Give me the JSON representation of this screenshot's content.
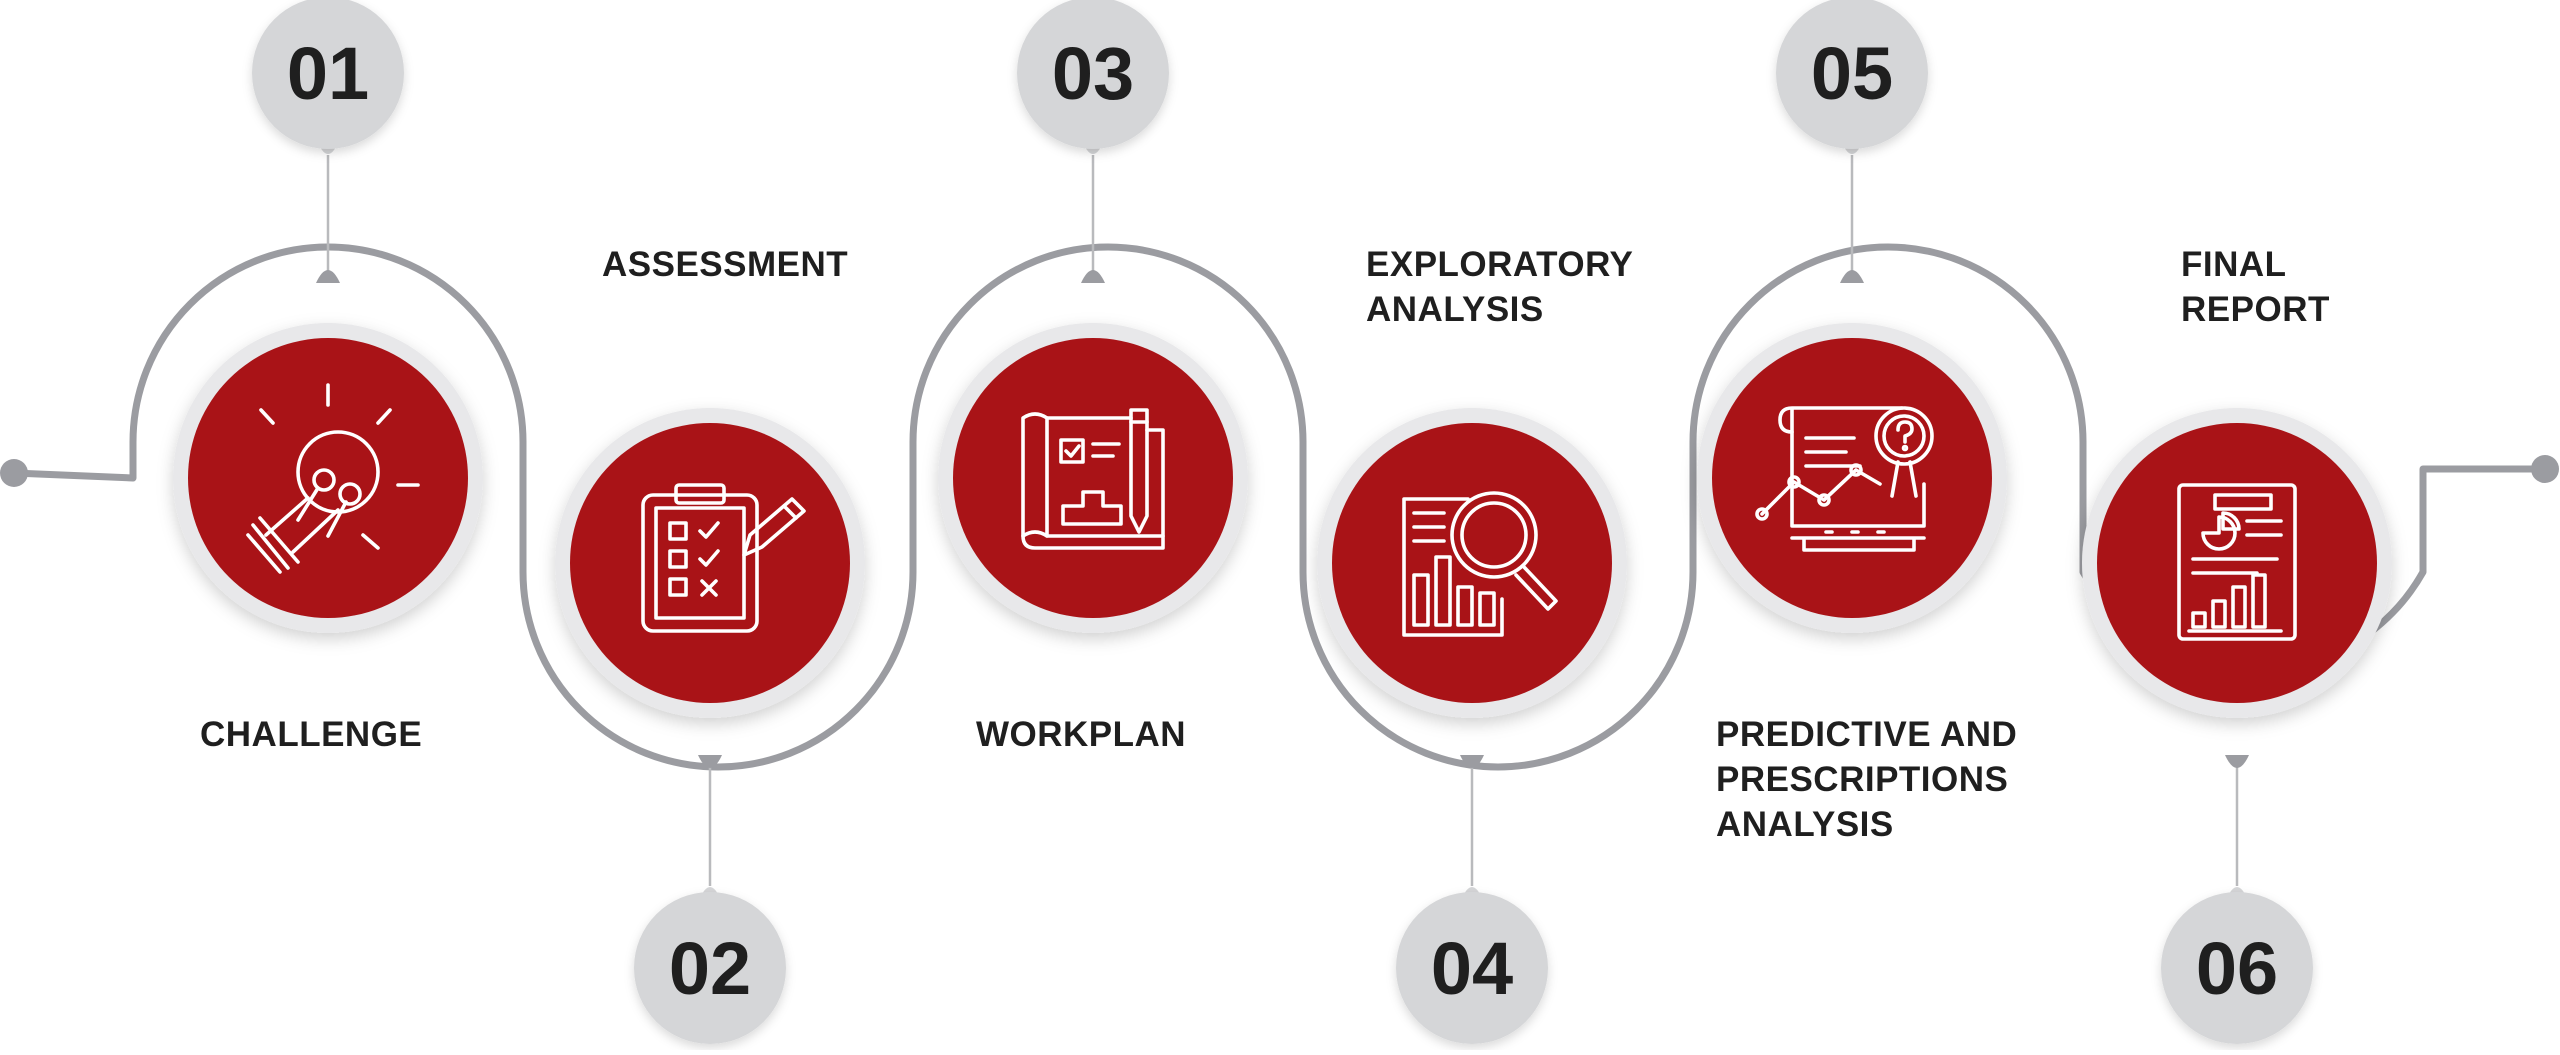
{
  "steps": [
    {
      "number": "01",
      "label_lines": [
        "CHALLENGE"
      ],
      "icon": "lightbulb-icon",
      "label_position": "below"
    },
    {
      "number": "02",
      "label_lines": [
        "ASSESSMENT"
      ],
      "icon": "checklist-clipboard-icon",
      "label_position": "above"
    },
    {
      "number": "03",
      "label_lines": [
        "WORKPLAN"
      ],
      "icon": "blueprint-plan-icon",
      "label_position": "below"
    },
    {
      "number": "04",
      "label_lines": [
        "EXPLORATORY",
        "ANALYSIS"
      ],
      "icon": "magnifier-report-icon",
      "label_position": "above"
    },
    {
      "number": "05",
      "label_lines": [
        "PREDICTIVE AND",
        "PRESCRIPTIONS",
        "ANALYSIS"
      ],
      "icon": "presentation-trend-icon",
      "label_position": "below"
    },
    {
      "number": "06",
      "label_lines": [
        "FINAL",
        "REPORT"
      ],
      "icon": "final-report-icon",
      "label_position": "above"
    }
  ],
  "colors": {
    "accent": "#a91317",
    "path": "#9b9ca1",
    "badge": "#d5d6d8",
    "text": "#1f1f1f",
    "disc": "#e8e8ea"
  }
}
